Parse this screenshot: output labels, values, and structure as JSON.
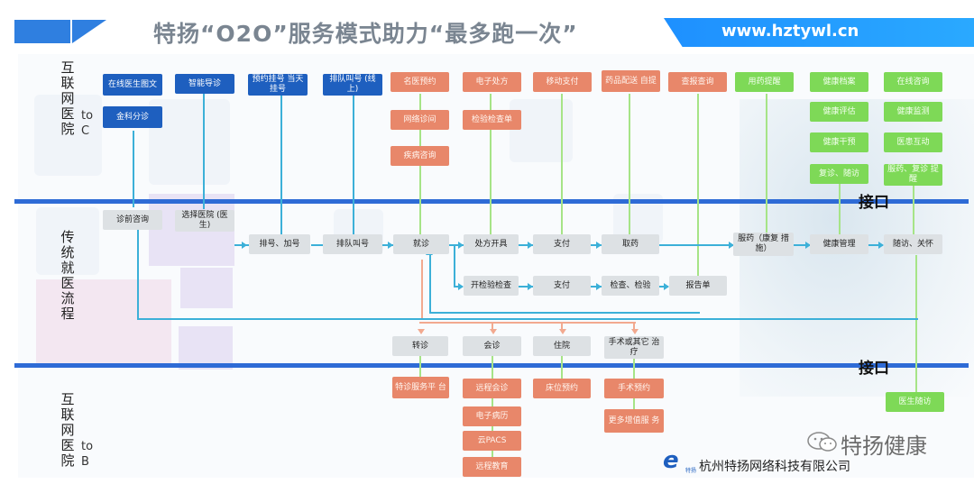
{
  "header": {
    "title": "特扬“O2O”服务模式助力“最多跑一次”",
    "url": "www.hztywl.cn"
  },
  "sections": {
    "toc_chars": [
      "互",
      "联",
      "网",
      "医",
      "院"
    ],
    "toc_suffix": "to C",
    "traditional_chars": [
      "传",
      "统",
      "就",
      "医",
      "流",
      "程"
    ],
    "tob_chars": [
      "互",
      "联",
      "网",
      "医",
      "院"
    ],
    "tob_suffix": "to B"
  },
  "interface_label": "接口",
  "top_boxes": {
    "blue": [
      "在线医生图文",
      "金科分诊",
      "智能导诊",
      "预约挂号 当天挂号",
      "排队叫号 (线上)"
    ],
    "orange": [
      "名医预约",
      "网络诊间",
      "疾病咨询",
      "电子处方",
      "检验检查单",
      "移动支付",
      "药品配送 自提",
      "查报查询"
    ],
    "green": [
      "用药提醒",
      "健康档案",
      "健康评估",
      "健康干预",
      "复诊、随访",
      "在线咨询",
      "健康监测",
      "医患互动",
      "服药、复诊 提醒"
    ]
  },
  "mid_boxes": [
    "诊前咨询",
    "选择医院 (医生)",
    "排号、加号",
    "排队叫号",
    "就诊",
    "处方开具",
    "支付",
    "取药",
    "服药（康复 措施）",
    "健康管理",
    "随访、关怀",
    "开检验检查",
    "支付",
    "检查、检验",
    "报告单"
  ],
  "low_boxes": {
    "gray": [
      "转诊",
      "会诊",
      "住院",
      "手术或其它 治疗"
    ],
    "orange": [
      "特诊服务平 台",
      "远程会诊",
      "电子病历",
      "云PACS",
      "远程教育",
      "床位预约",
      "手术预约",
      "更多增值服 务"
    ],
    "green": [
      "医生随访"
    ]
  },
  "footer": {
    "wechat": "特扬健康",
    "company": "杭州特扬网络科技有限公司",
    "logo_mark": "e",
    "logo_small": "特扬"
  },
  "colors": {
    "blue_box": "#1e5fbf",
    "orange_box": "#e8876a",
    "green_box": "#7ed957",
    "interface_line": "#2e6bd6",
    "header_band": "#1e90ff"
  }
}
